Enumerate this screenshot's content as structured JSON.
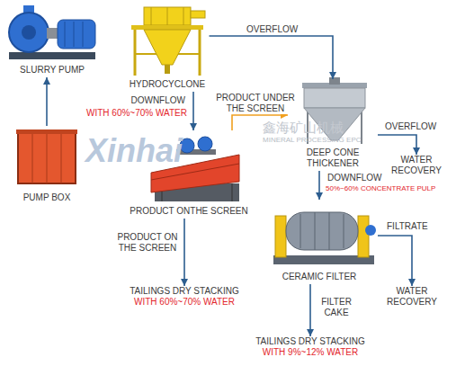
{
  "diagram": {
    "nodes": [
      {
        "text": [
          "SLURRY PUMP"
        ]
      },
      {
        "text": [
          "HYDROCYCLONE"
        ]
      },
      {
        "text": [
          "PUMP BOX"
        ]
      },
      {
        "text": [
          "PRODUCT ONTHE SCREEN"
        ]
      },
      {
        "text": [
          "DEEP CONE THICKENER"
        ]
      },
      {
        "text": [
          "CERAMIC FILTER"
        ]
      },
      {
        "text": [
          "TAILINGS DRY STACKING",
          "WITH 60%~70% WATER"
        ]
      },
      {
        "text": [
          "WATER RECOVERY"
        ]
      },
      {
        "text": [
          "WATER RECOVERY"
        ]
      },
      {
        "text": [
          "TAILINGS DRY STACKING",
          "WITH 9%~12% WATER"
        ]
      }
    ],
    "edges": [
      {
        "from": 2,
        "to": 0,
        "arrow": "to"
      },
      {
        "from": 1,
        "to": 4,
        "label": "OVERFLOW",
        "arrow": "to"
      },
      {
        "from": 1,
        "to": 3,
        "label": "DOWNFLOW",
        "arrow": "to"
      },
      {
        "from": 3,
        "to": 4,
        "label": "PRODUCT UNDER THE SCREEN",
        "arrow": "to"
      },
      {
        "from": 3,
        "to": 6,
        "label": "PRODUCT ON THE SCREEN",
        "arrow": "to"
      },
      {
        "from": 4,
        "to": 7,
        "label": "OVERFLOW",
        "arrow": "to"
      },
      {
        "from": 4,
        "to": 5,
        "label": "DOWNFLOW",
        "arrow": "to"
      },
      {
        "from": 5,
        "to": 8,
        "label": "FILTRATE",
        "arrow": "to"
      },
      {
        "from": 5,
        "to": 9,
        "label": "FILTER CAKE",
        "arrow": "to"
      }
    ],
    "labels": [
      "WITH 60%~70% WATER",
      "50%~60% CONCENTRATE PULP",
      "Xinhai",
      "鑫海矿山机械",
      "MINERAL PROCESSING EPC"
    ]
  }
}
